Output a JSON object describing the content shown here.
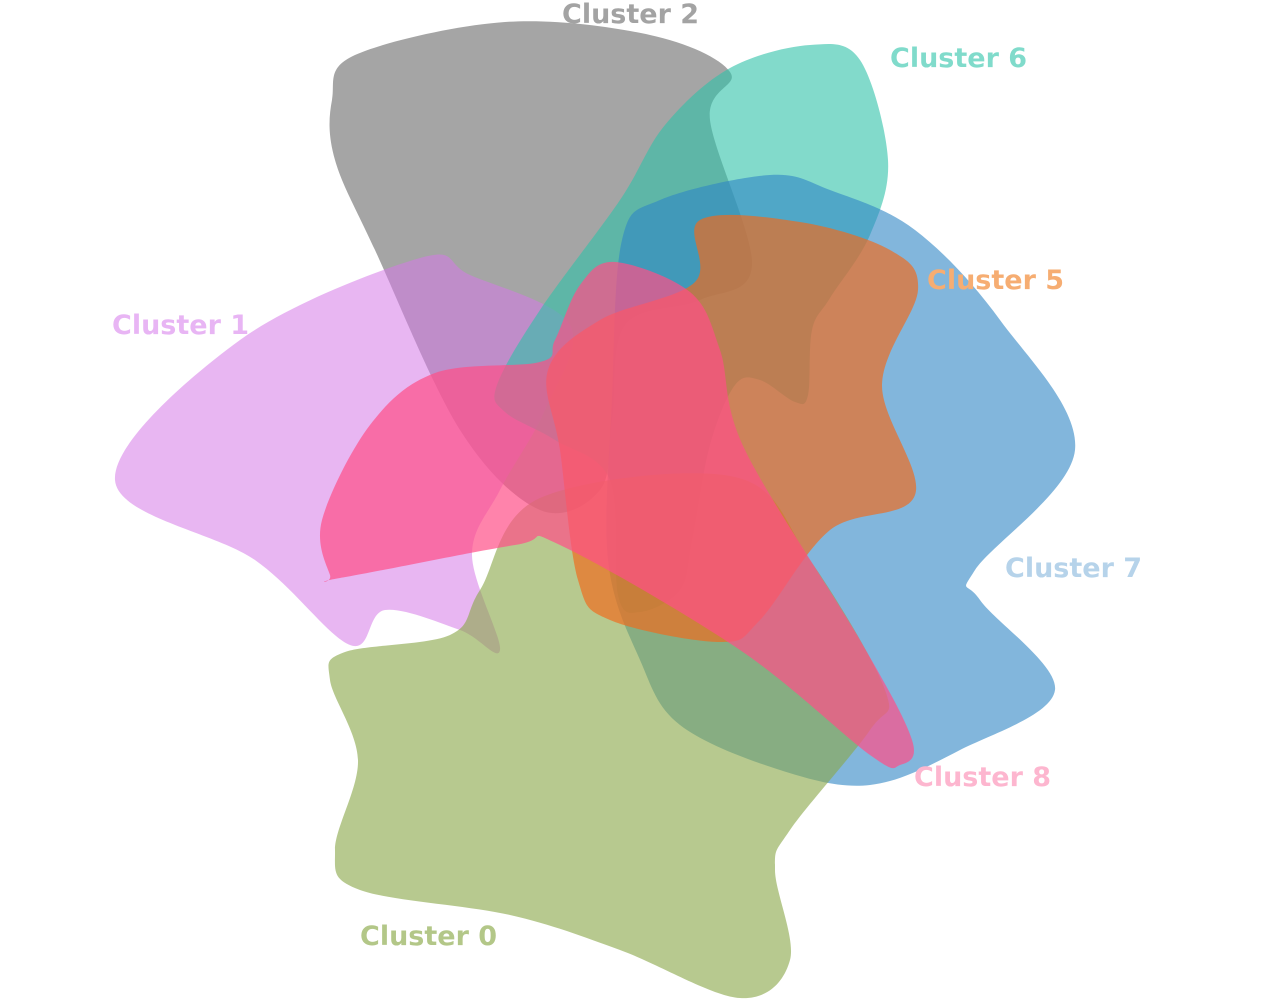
{
  "clusters": [
    {
      "id": "c2",
      "label": "Cluster 2",
      "fill": "#6e6e6e",
      "opacity": 0.62,
      "label_color": "#a3a3a3"
    },
    {
      "id": "c1",
      "label": "Cluster 1",
      "fill": "#d67ae8",
      "opacity": 0.55,
      "label_color": "#e8b5f4"
    },
    {
      "id": "c6",
      "label": "Cluster 6",
      "fill": "#2fc2a8",
      "opacity": 0.6,
      "label_color": "#80dbcb"
    },
    {
      "id": "c7",
      "label": "Cluster 7",
      "fill": "#2f86c4",
      "opacity": 0.6,
      "label_color": "#b6d3ea"
    },
    {
      "id": "c0",
      "label": "Cluster 0",
      "fill": "#8aa84a",
      "opacity": 0.62,
      "label_color": "#b3c788"
    },
    {
      "id": "c5",
      "label": "Cluster 5",
      "fill": "#f06a1c",
      "opacity": 0.68,
      "label_color": "#f6ad72"
    },
    {
      "id": "c8",
      "label": "Cluster 8",
      "fill": "#ff4f88",
      "opacity": 0.7,
      "label_color": "#fdb6cf"
    }
  ]
}
